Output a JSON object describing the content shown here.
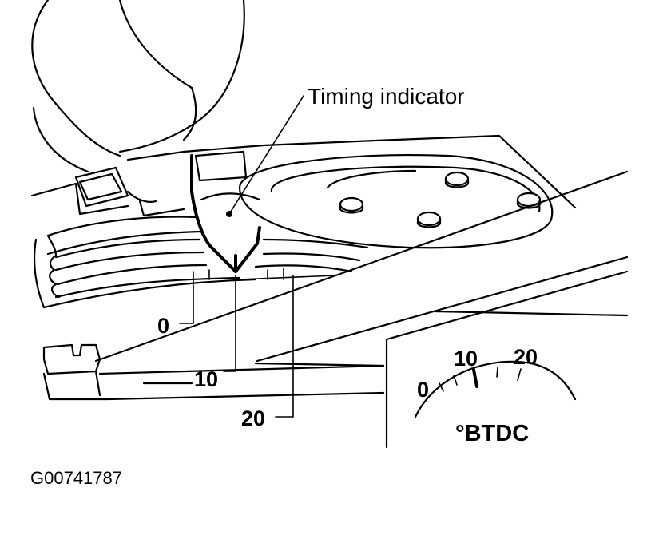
{
  "callout": {
    "label": "Timing indicator"
  },
  "pulley_marks": {
    "zero": "0",
    "ten": "10",
    "twenty": "20"
  },
  "dial": {
    "tick_zero": "0",
    "tick_ten": "10",
    "tick_twenty": "20",
    "unit_label": "°BTDC"
  },
  "figure_id": "G00741787",
  "colors": {
    "ink": "#000000",
    "paper": "#ffffff"
  }
}
